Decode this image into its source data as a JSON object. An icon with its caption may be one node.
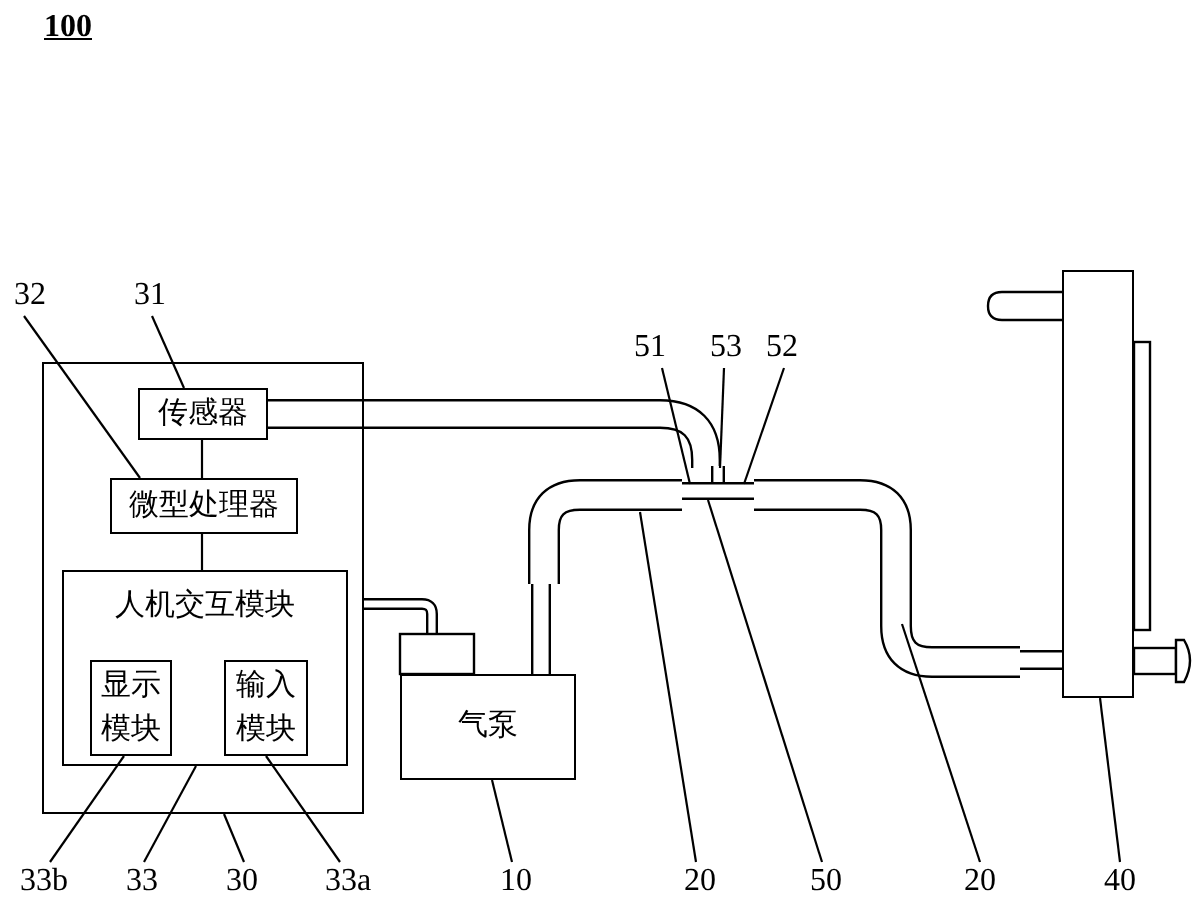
{
  "diagram": {
    "nodes": [
      {
        "text": [],
        "shape": "box"
      },
      {
        "text": [
          "传感器"
        ],
        "in": 0
      },
      {
        "text": [
          "微型处理器"
        ],
        "in": 0
      },
      {
        "text": [
          "人机交互模块"
        ],
        "in": 0
      },
      {
        "text": [
          "显示模块"
        ],
        "in": 3
      },
      {
        "text": [
          "输入模块"
        ],
        "in": 3
      },
      {
        "text": [
          "气泵"
        ]
      },
      {
        "text": [],
        "shape": "box"
      },
      {
        "text": [
          "31"
        ]
      },
      {
        "text": [
          "32"
        ]
      },
      {
        "text": [
          "33b"
        ]
      },
      {
        "text": [
          "33"
        ]
      },
      {
        "text": [
          "30"
        ]
      },
      {
        "text": [
          "33a"
        ]
      },
      {
        "text": [
          "10"
        ]
      },
      {
        "text": [
          "20"
        ]
      },
      {
        "text": [
          "50"
        ]
      },
      {
        "text": [
          "20"
        ]
      },
      {
        "text": [
          "40"
        ]
      },
      {
        "text": [
          "51"
        ]
      },
      {
        "text": [
          "53"
        ]
      },
      {
        "text": [
          "52"
        ]
      }
    ],
    "edges": [
      {
        "from": 1,
        "to": 2,
        "arrow": "none"
      },
      {
        "from": 2,
        "to": 3,
        "arrow": "none"
      },
      {
        "from": 8,
        "to": 1,
        "arrow": "none"
      },
      {
        "from": 9,
        "to": 2,
        "arrow": "none"
      },
      {
        "from": 10,
        "to": 4,
        "arrow": "none"
      },
      {
        "from": 11,
        "to": 3,
        "arrow": "none"
      },
      {
        "from": 12,
        "to": 0,
        "arrow": "none"
      },
      {
        "from": 13,
        "to": 5,
        "arrow": "none"
      },
      {
        "from": 14,
        "to": 6,
        "arrow": "none"
      },
      {
        "from": 15,
        "to": null,
        "arrow": "none"
      },
      {
        "from": 16,
        "to": null,
        "arrow": "none"
      },
      {
        "from": 17,
        "to": null,
        "arrow": "none"
      },
      {
        "from": 18,
        "to": 7,
        "arrow": "none"
      },
      {
        "from": 19,
        "to": null,
        "arrow": "none"
      },
      {
        "from": 20,
        "to": null,
        "arrow": "none"
      },
      {
        "from": 21,
        "to": null,
        "arrow": "none"
      }
    ],
    "labels": [
      "100"
    ]
  }
}
